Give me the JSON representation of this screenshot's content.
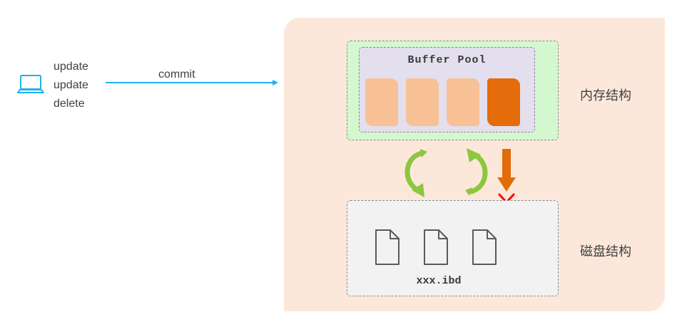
{
  "client": {
    "icon": "laptop-icon",
    "statements": [
      "update",
      "update",
      "delete"
    ]
  },
  "commit_label": "commit",
  "buffer_pool": {
    "title": "Buffer Pool",
    "pages": [
      {
        "state": "clean",
        "color": "#f8c196"
      },
      {
        "state": "clean",
        "color": "#f8c196"
      },
      {
        "state": "clean",
        "color": "#f8c196"
      },
      {
        "state": "dirty",
        "color": "#e46c0a"
      }
    ]
  },
  "memory_label": "内存结构",
  "disk": {
    "files": [
      "file-icon",
      "file-icon",
      "file-icon"
    ],
    "file_label": "xxx.ibd"
  },
  "disk_label": "磁盘结构",
  "colors": {
    "commit_arrow": "#21b1ec",
    "panel_bg": "#fce8da",
    "memory_bg": "#d3f8d0",
    "pool_bg": "#e3dfee",
    "disk_bg": "#f2f2f2",
    "cycle_arrows": "#8dc63f",
    "flush_arrow": "#e36c0a",
    "blocked_cross": "#ff0000"
  }
}
